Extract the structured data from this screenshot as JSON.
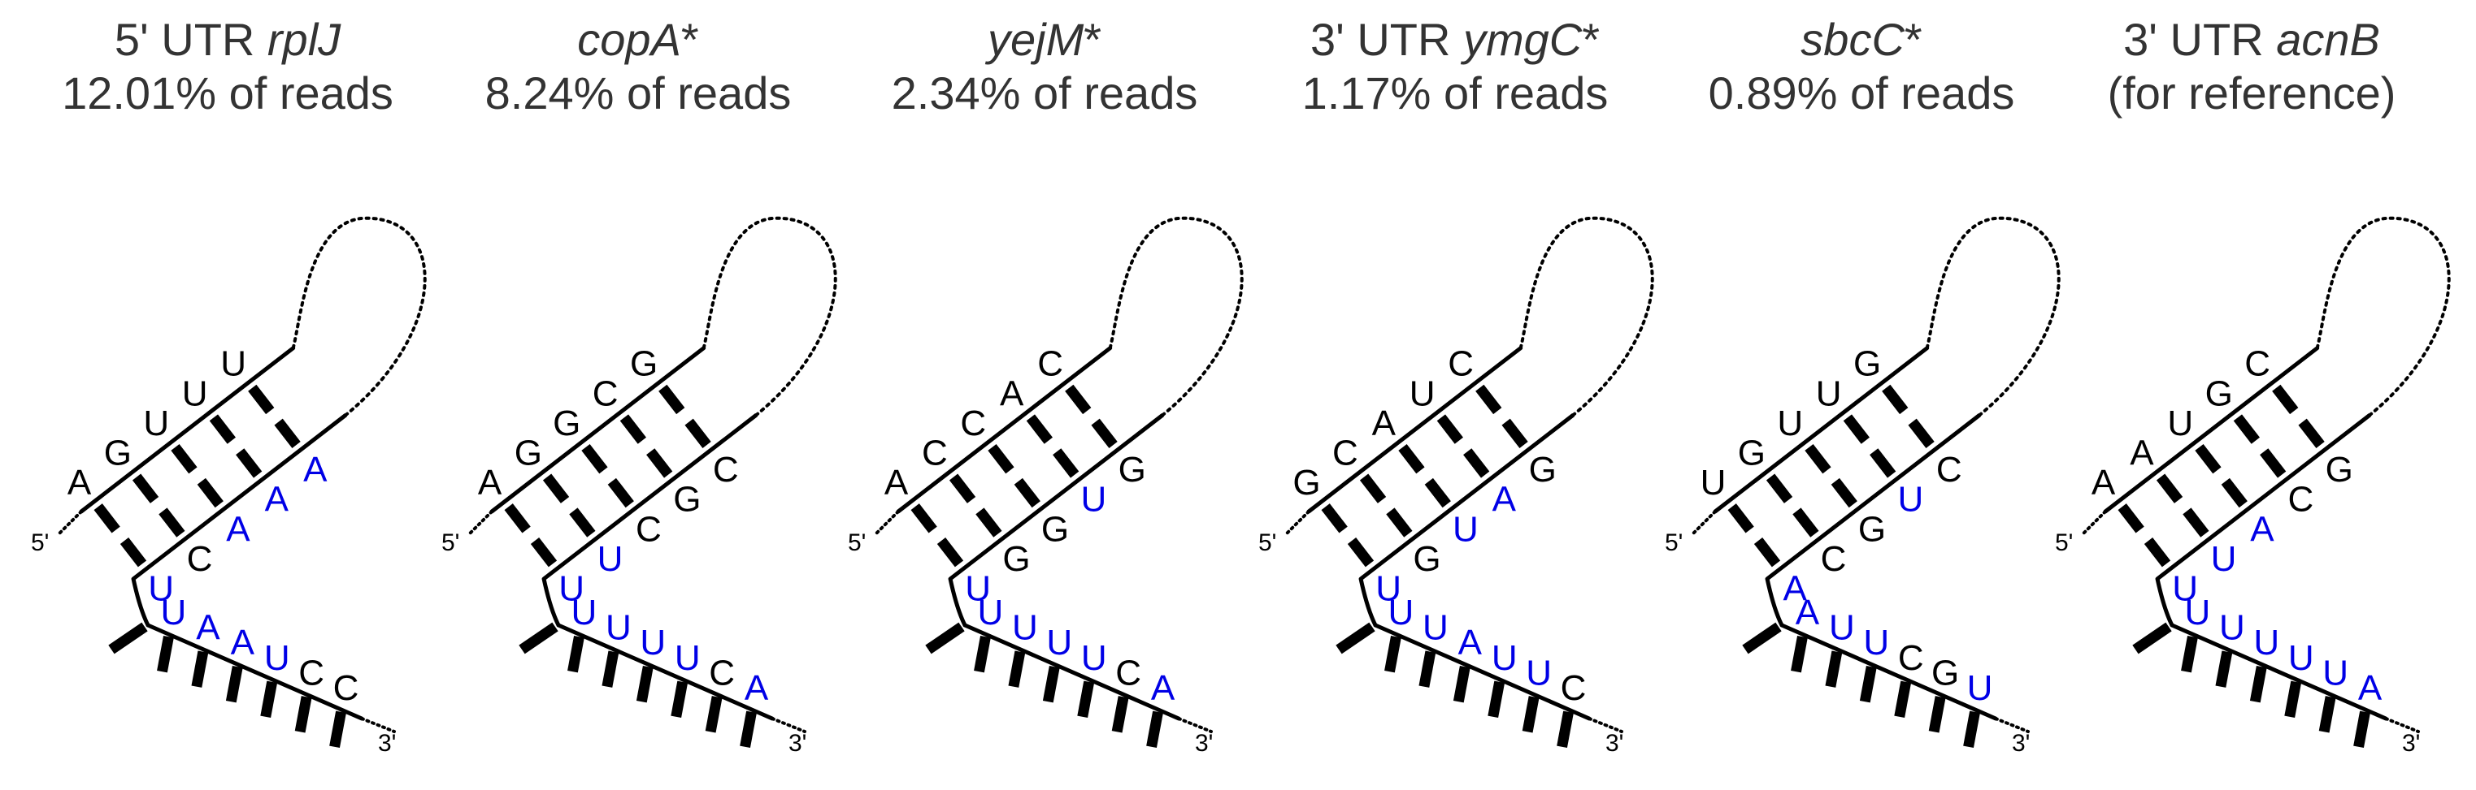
{
  "colors": {
    "paired_base": "#000000",
    "u_rich_base": "#0000e6",
    "title": "#333333"
  },
  "labels": {
    "five_prime": "5'",
    "three_prime": "3'"
  },
  "panels": [
    {
      "gene_prefix": "5' UTR ",
      "gene_name": "rplJ",
      "gene_suffix": "",
      "subtitle": "12.01% of reads",
      "left": [
        {
          "b": "A",
          "c": "k"
        },
        {
          "b": "G",
          "c": "k"
        },
        {
          "b": "U",
          "c": "k"
        },
        {
          "b": "U",
          "c": "k"
        },
        {
          "b": "U",
          "c": "k"
        }
      ],
      "right": [
        {
          "b": "A",
          "c": "b"
        },
        {
          "b": "A",
          "c": "b"
        },
        {
          "b": "A",
          "c": "b"
        },
        {
          "b": "C",
          "c": "k"
        },
        {
          "b": "U",
          "c": "b"
        }
      ],
      "tail": [
        {
          "b": "U",
          "c": "b"
        },
        {
          "b": "A",
          "c": "b"
        },
        {
          "b": "A",
          "c": "b"
        },
        {
          "b": "U",
          "c": "b"
        },
        {
          "b": "C",
          "c": "k"
        },
        {
          "b": "C",
          "c": "k"
        }
      ]
    },
    {
      "gene_prefix": "",
      "gene_name": "copA",
      "gene_suffix": "*",
      "subtitle": "8.24% of reads",
      "left": [
        {
          "b": "A",
          "c": "k"
        },
        {
          "b": "G",
          "c": "k"
        },
        {
          "b": "G",
          "c": "k"
        },
        {
          "b": "C",
          "c": "k"
        },
        {
          "b": "G",
          "c": "k"
        }
      ],
      "right": [
        {
          "b": "C",
          "c": "k"
        },
        {
          "b": "G",
          "c": "k"
        },
        {
          "b": "C",
          "c": "k"
        },
        {
          "b": "U",
          "c": "b"
        },
        {
          "b": "U",
          "c": "b"
        }
      ],
      "tail": [
        {
          "b": "U",
          "c": "b"
        },
        {
          "b": "U",
          "c": "b"
        },
        {
          "b": "U",
          "c": "b"
        },
        {
          "b": "U",
          "c": "b"
        },
        {
          "b": "C",
          "c": "k"
        },
        {
          "b": "A",
          "c": "b"
        }
      ]
    },
    {
      "gene_prefix": "",
      "gene_name": "yejM",
      "gene_suffix": "*",
      "subtitle": "2.34% of reads",
      "left": [
        {
          "b": "A",
          "c": "k"
        },
        {
          "b": "C",
          "c": "k"
        },
        {
          "b": "C",
          "c": "k"
        },
        {
          "b": "A",
          "c": "k"
        },
        {
          "b": "C",
          "c": "k"
        }
      ],
      "right": [
        {
          "b": "G",
          "c": "k"
        },
        {
          "b": "U",
          "c": "b"
        },
        {
          "b": "G",
          "c": "k"
        },
        {
          "b": "G",
          "c": "k"
        },
        {
          "b": "U",
          "c": "b"
        }
      ],
      "tail": [
        {
          "b": "U",
          "c": "b"
        },
        {
          "b": "U",
          "c": "b"
        },
        {
          "b": "U",
          "c": "b"
        },
        {
          "b": "U",
          "c": "b"
        },
        {
          "b": "C",
          "c": "k"
        },
        {
          "b": "A",
          "c": "b"
        }
      ]
    },
    {
      "gene_prefix": "3' UTR ",
      "gene_name": "ymgC",
      "gene_suffix": "*",
      "subtitle": "1.17% of reads",
      "left": [
        {
          "b": "G",
          "c": "k"
        },
        {
          "b": "C",
          "c": "k"
        },
        {
          "b": "A",
          "c": "k"
        },
        {
          "b": "U",
          "c": "k"
        },
        {
          "b": "C",
          "c": "k"
        }
      ],
      "right": [
        {
          "b": "G",
          "c": "k"
        },
        {
          "b": "A",
          "c": "b"
        },
        {
          "b": "U",
          "c": "b"
        },
        {
          "b": "G",
          "c": "k"
        },
        {
          "b": "U",
          "c": "b"
        }
      ],
      "tail": [
        {
          "b": "U",
          "c": "b"
        },
        {
          "b": "U",
          "c": "b"
        },
        {
          "b": "A",
          "c": "b"
        },
        {
          "b": "U",
          "c": "b"
        },
        {
          "b": "U",
          "c": "b"
        },
        {
          "b": "C",
          "c": "k"
        }
      ]
    },
    {
      "gene_prefix": "",
      "gene_name": "sbcC",
      "gene_suffix": "*",
      "subtitle": "0.89% of reads",
      "left": [
        {
          "b": "U",
          "c": "k"
        },
        {
          "b": "G",
          "c": "k"
        },
        {
          "b": "U",
          "c": "k"
        },
        {
          "b": "U",
          "c": "k"
        },
        {
          "b": "G",
          "c": "k"
        }
      ],
      "right": [
        {
          "b": "C",
          "c": "k"
        },
        {
          "b": "U",
          "c": "b"
        },
        {
          "b": "G",
          "c": "k"
        },
        {
          "b": "C",
          "c": "k"
        },
        {
          "b": "A",
          "c": "b"
        }
      ],
      "tail": [
        {
          "b": "A",
          "c": "b"
        },
        {
          "b": "U",
          "c": "b"
        },
        {
          "b": "U",
          "c": "b"
        },
        {
          "b": "C",
          "c": "k"
        },
        {
          "b": "G",
          "c": "k"
        },
        {
          "b": "U",
          "c": "b"
        }
      ]
    },
    {
      "gene_prefix": "3' UTR ",
      "gene_name": "acnB",
      "gene_suffix": "",
      "subtitle": "(for reference)",
      "left": [
        {
          "b": "A",
          "c": "k"
        },
        {
          "b": "A",
          "c": "k"
        },
        {
          "b": "U",
          "c": "k"
        },
        {
          "b": "G",
          "c": "k"
        },
        {
          "b": "C",
          "c": "k"
        }
      ],
      "right": [
        {
          "b": "G",
          "c": "k"
        },
        {
          "b": "C",
          "c": "k"
        },
        {
          "b": "A",
          "c": "b"
        },
        {
          "b": "U",
          "c": "b"
        },
        {
          "b": "U",
          "c": "b"
        }
      ],
      "tail": [
        {
          "b": "U",
          "c": "b"
        },
        {
          "b": "U",
          "c": "b"
        },
        {
          "b": "U",
          "c": "b"
        },
        {
          "b": "U",
          "c": "b"
        },
        {
          "b": "U",
          "c": "b"
        },
        {
          "b": "A",
          "c": "b"
        }
      ]
    }
  ]
}
